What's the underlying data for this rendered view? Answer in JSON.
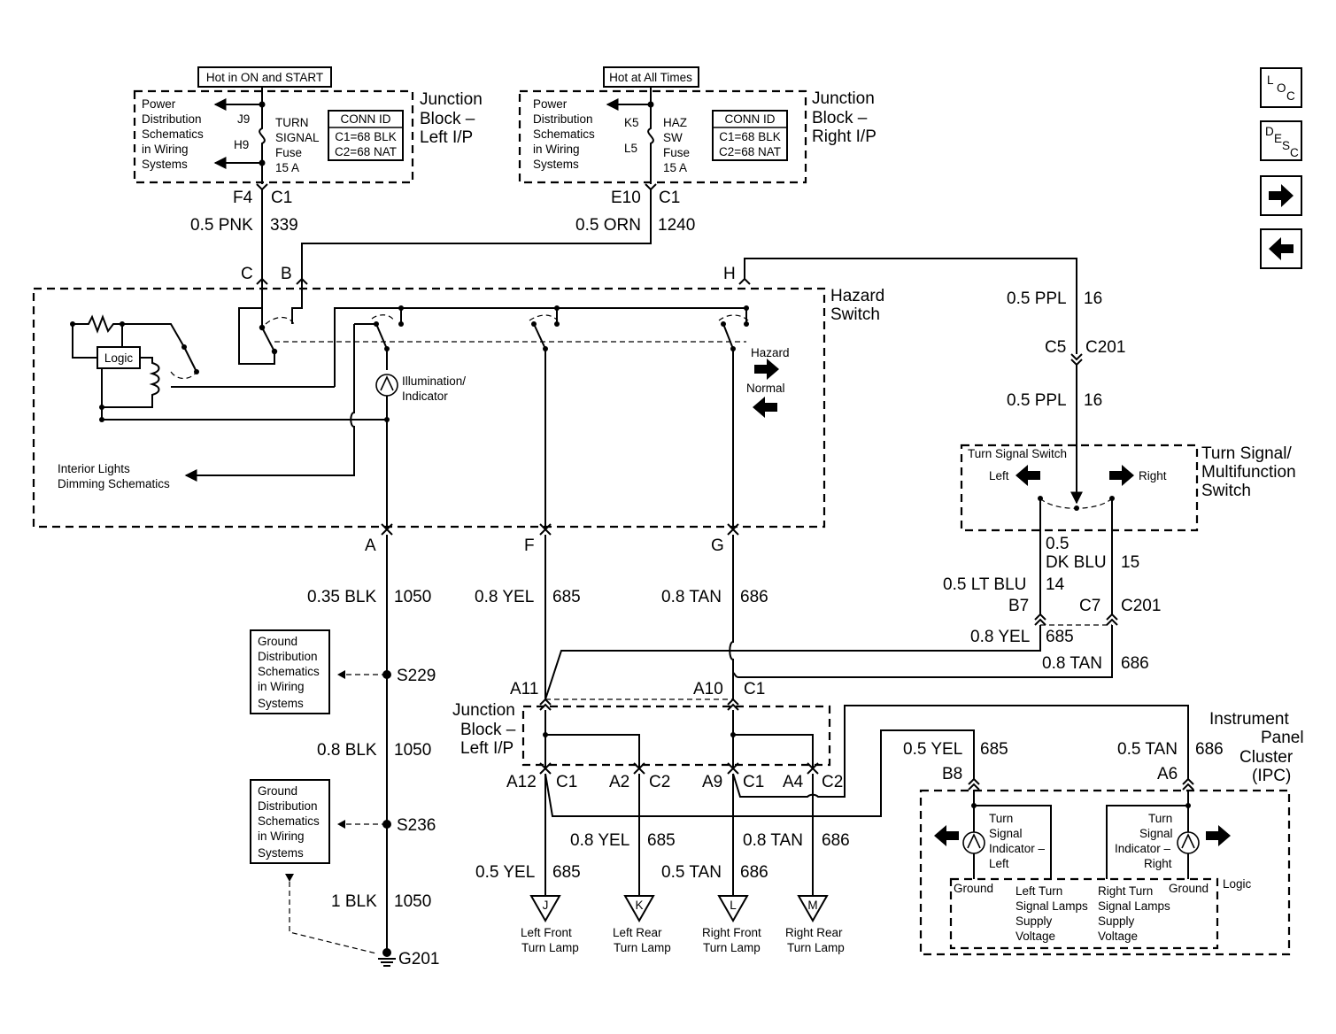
{
  "navigation": {
    "loc": {
      "l": "L",
      "o": "O",
      "c": "C"
    },
    "desc": {
      "d": "D",
      "e": "E",
      "s": "S",
      "c": "C"
    }
  },
  "junction_left": {
    "header": "Hot in ON and START",
    "power_lines": [
      "Power",
      "Distribution",
      "Schematics",
      "in Wiring",
      "Systems"
    ],
    "pin_top": "J9",
    "pin_bottom": "H9",
    "fuse_lines": [
      "TURN",
      "SIGNAL",
      "Fuse",
      "15 A"
    ],
    "conn_id": [
      "CONN ID",
      "C1=68 BLK",
      "C2=68 NAT"
    ],
    "title_lines": [
      "Junction",
      "Block –",
      "Left I/P"
    ],
    "out_pin": "F4",
    "out_conn": "C1",
    "wire_size": "0.5 PNK",
    "wire_circuit": "339"
  },
  "junction_right": {
    "header": "Hot at All Times",
    "power_lines": [
      "Power",
      "Distribution",
      "Schematics",
      "in Wiring",
      "Systems"
    ],
    "pin_top": "K5",
    "pin_bottom": "L5",
    "fuse_lines": [
      "HAZ",
      "SW",
      "Fuse",
      "15 A"
    ],
    "conn_id": [
      "CONN ID",
      "C1=68 BLK",
      "C2=68 NAT"
    ],
    "title_lines": [
      "Junction",
      "Block –",
      "Right I/P"
    ],
    "out_pin": "E10",
    "out_conn": "C1",
    "wire_size": "0.5 ORN",
    "wire_circuit": "1240"
  },
  "hazard_switch": {
    "title_lines": [
      "Hazard",
      "Switch"
    ],
    "pins_in": [
      "C",
      "B",
      "H"
    ],
    "logic": "Logic",
    "illum_lines": [
      "Illumination/",
      "Indicator"
    ],
    "mode_hazard": "Hazard",
    "mode_normal": "Normal",
    "dimming_lines": [
      "Interior Lights",
      "Dimming Schematics"
    ],
    "pins_out": [
      "A",
      "F",
      "G"
    ]
  },
  "ppl_wire": {
    "size1": "0.5 PPL",
    "circuit1": "16",
    "pin": "C5",
    "conn": "C201",
    "size2": "0.5 PPL",
    "circuit2": "16"
  },
  "turn_switch": {
    "inner_label": "Turn Signal Switch",
    "left": "Left",
    "right": "Right",
    "title_lines": [
      "Turn Signal/",
      "Multifunction",
      "Switch"
    ],
    "dkblu_size": "0.5",
    "dkblu_color": "DK BLU",
    "dkblu_circuit": "15",
    "ltblu_size": "0.5 LT BLU",
    "ltblu_circuit": "14",
    "pin_b7": "B7",
    "pin_c7": "C7",
    "conn": "C201",
    "yel_size": "0.8 YEL",
    "yel_circuit": "685",
    "tan_size": "0.8 TAN",
    "tan_circuit": "686"
  },
  "ground_path": {
    "w1_size": "0.35 BLK",
    "w1_circuit": "1050",
    "splice1": "S229",
    "w2_size": "0.8 BLK",
    "w2_circuit": "1050",
    "splice2": "S236",
    "w3_size": "1 BLK",
    "w3_circuit": "1050",
    "ground": "G201",
    "gd_lines": [
      "Ground",
      "Distribution",
      "Schematics",
      "in Wiring",
      "Systems"
    ]
  },
  "center_wires": {
    "f_size": "0.8 YEL",
    "f_circuit": "685",
    "g_size": "0.8 TAN",
    "g_circuit": "686"
  },
  "junction_lower": {
    "title_lines": [
      "Junction",
      "Block –",
      "Left I/P"
    ],
    "pin_a11": "A11",
    "pin_a10": "A10",
    "conn_c1": "C1",
    "bottom_pins": [
      "A12",
      "C1",
      "A2",
      "C2",
      "A9",
      "C1",
      "A4",
      "C2"
    ],
    "mid_yel_size": "0.8 YEL",
    "mid_yel_circuit": "685",
    "mid_tan_size": "0.8 TAN",
    "mid_tan_circuit": "686",
    "low_yel_size": "0.5 YEL",
    "low_yel_circuit": "685",
    "low_tan_size": "0.5 TAN",
    "low_tan_circuit": "686"
  },
  "lamps": [
    {
      "letter": "J",
      "lines": [
        "Left Front",
        "Turn Lamp"
      ]
    },
    {
      "letter": "K",
      "lines": [
        "Left Rear",
        "Turn Lamp"
      ]
    },
    {
      "letter": "L",
      "lines": [
        "Right Front",
        "Turn Lamp"
      ]
    },
    {
      "letter": "M",
      "lines": [
        "Right Rear",
        "Turn Lamp"
      ]
    }
  ],
  "ipc": {
    "title_lines": [
      "Instrument",
      "Panel",
      "Cluster",
      "(IPC)"
    ],
    "yel_size": "0.5 YEL",
    "yel_circuit": "685",
    "tan_size": "0.5 TAN",
    "tan_circuit": "686",
    "pin_b8": "B8",
    "pin_a6": "A6",
    "left_ind_lines": [
      "Turn",
      "Signal",
      "Indicator –",
      "Left"
    ],
    "right_ind_lines": [
      "Turn",
      "Signal",
      "Indicator –",
      "Right"
    ],
    "ground_left": "Ground",
    "ground_right": "Ground",
    "logic": "Logic",
    "left_supply_lines": [
      "Left Turn",
      "Signal Lamps",
      "Supply",
      "Voltage"
    ],
    "right_supply_lines": [
      "Right Turn",
      "Signal Lamps",
      "Supply",
      "Voltage"
    ]
  }
}
